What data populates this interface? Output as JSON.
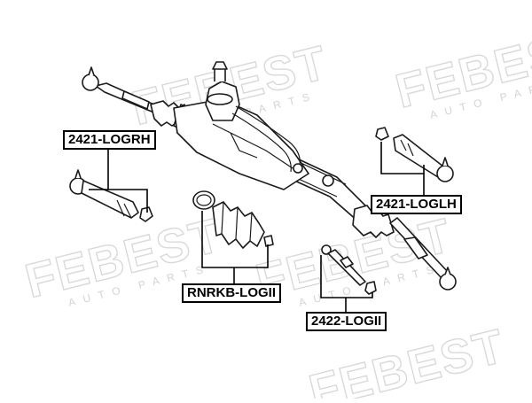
{
  "watermark": {
    "brand": "FEBEST",
    "tagline": "AUTO PARTS"
  },
  "labels": {
    "tie_rod_end_right": "2421-LOGRH",
    "tie_rod_end_left": "2421-LOGLH",
    "boot_kit": "RNRKB-LOGII",
    "axial_rod": "2422-LOGII"
  },
  "colors": {
    "line": "#1a1a1a",
    "watermark": "#d9d9d9",
    "label_border": "#000000"
  }
}
